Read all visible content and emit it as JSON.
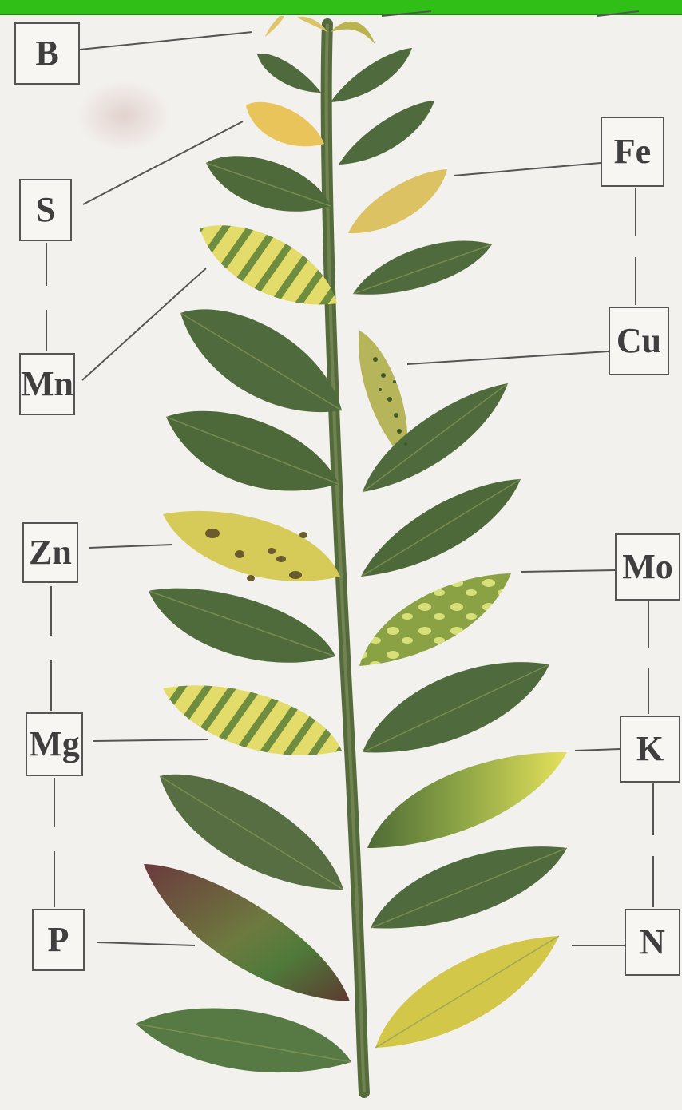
{
  "labels": {
    "b": "B",
    "s": "S",
    "mn": "Mn",
    "zn": "Zn",
    "mg": "Mg",
    "p": "P",
    "fe": "Fe",
    "cu": "Cu",
    "mo": "Mo",
    "k": "K",
    "n": "N"
  },
  "colors": {
    "topbar": "#2fbf17",
    "background": "#f3f1ee",
    "leaf_green": "#4f6a3c",
    "leaf_yellow": "#d8cc55",
    "stem": "#556b3c",
    "line": "#555555"
  }
}
